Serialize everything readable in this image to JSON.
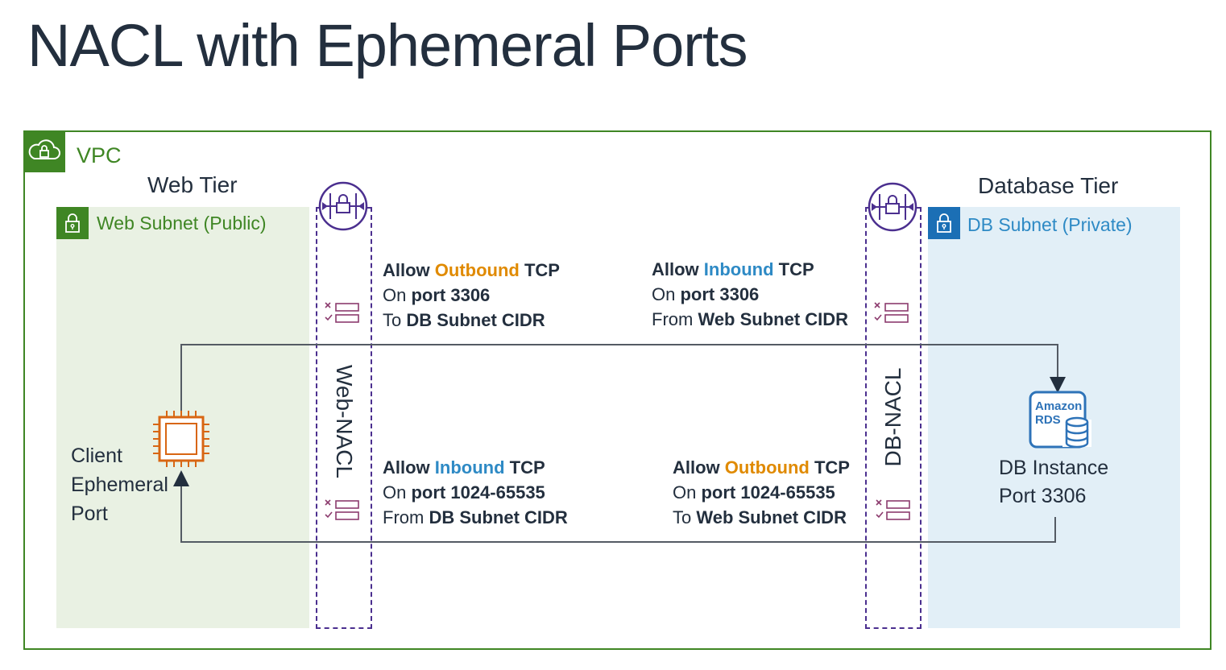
{
  "title": "NACL with Ephemeral Ports",
  "vpc": {
    "label": "VPC"
  },
  "web_tier": {
    "label": "Web Tier",
    "subnet_label": "Web Subnet (Public)"
  },
  "db_tier": {
    "label": "Database Tier",
    "subnet_label": "DB Subnet (Private)"
  },
  "web_nacl": {
    "label": "Web-NACL"
  },
  "db_nacl": {
    "label": "DB-NACL"
  },
  "rules": {
    "web_outbound": {
      "allow": "Allow ",
      "dir": "Outbound",
      "proto": " TCP",
      "on": "On ",
      "port_word": "port",
      "port": " 3306",
      "prefix": "To ",
      "cidr": "DB Subnet CIDR"
    },
    "db_inbound": {
      "allow": "Allow ",
      "dir": "Inbound",
      "proto": " TCP",
      "on": "On ",
      "port_word": "port",
      "port": " 3306",
      "prefix": "From ",
      "cidr": "Web Subnet CIDR"
    },
    "web_inbound": {
      "allow": "Allow ",
      "dir": "Inbound",
      "proto": " TCP",
      "on": "On ",
      "port_word": "port",
      "port": " 1024-65535",
      "prefix": "From ",
      "cidr": "DB Subnet CIDR"
    },
    "db_outbound": {
      "allow": "Allow ",
      "dir": "Outbound",
      "proto": " TCP",
      "on": "On ",
      "port_word": "port",
      "port": " 1024-65535",
      "prefix": "To ",
      "cidr": "Web Subnet CIDR"
    }
  },
  "client": {
    "line1": "Client",
    "line2": "Ephemeral",
    "line3": "Port"
  },
  "db_instance": {
    "line1": "DB Instance",
    "line2": "Port 3306",
    "icon_text1": "Amazon",
    "icon_text2": "RDS"
  },
  "colors": {
    "vpc_green": "#3f8624",
    "nacl_purple": "#4b2f8f",
    "ec2_orange": "#d86613",
    "rds_blue": "#2e73b8",
    "outbound_orange": "#e08a00",
    "inbound_blue": "#2e8ac5"
  },
  "icons": {
    "vpc": "cloud-lock-icon",
    "subnet": "lock-icon",
    "nacl": "nacl-icon",
    "rules": "rule-list-icon",
    "ec2": "ec2-chip-icon",
    "rds": "rds-database-icon"
  }
}
